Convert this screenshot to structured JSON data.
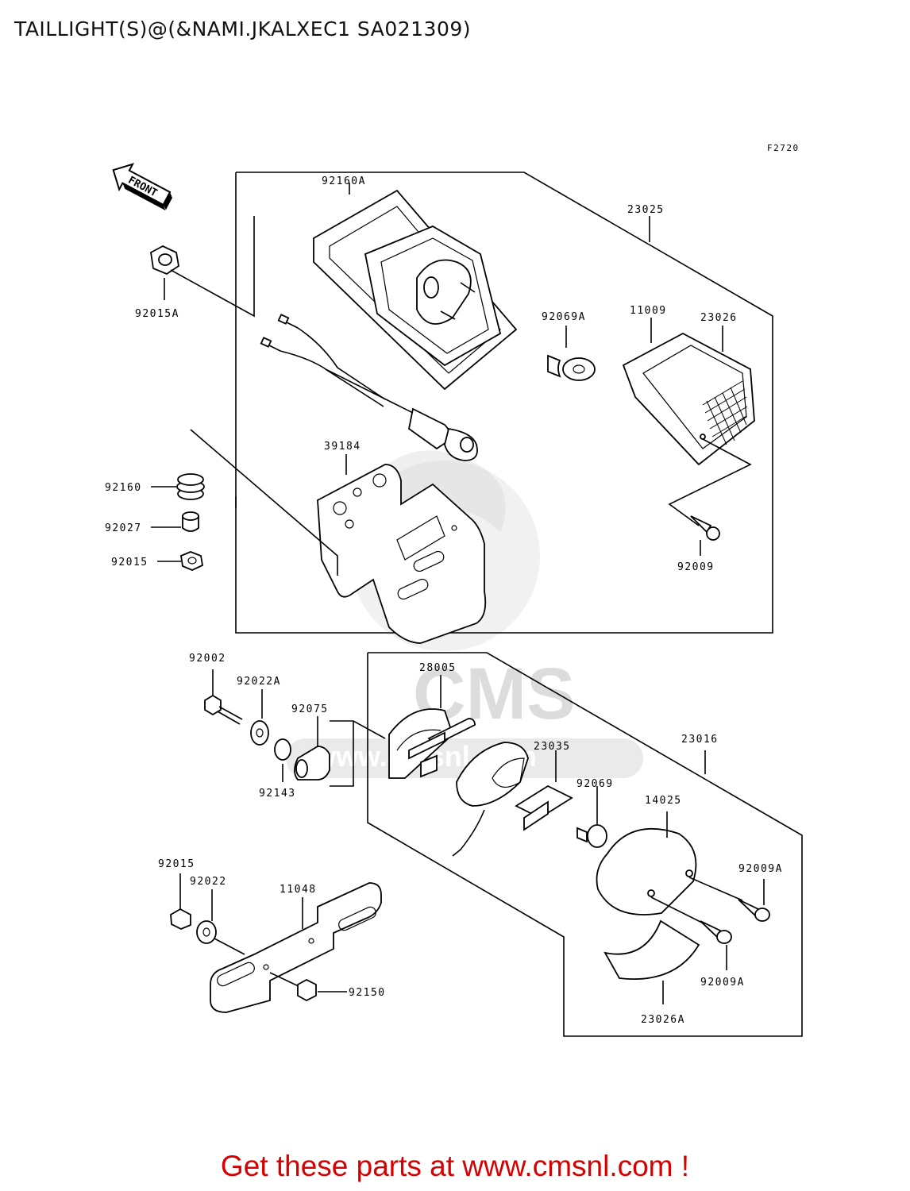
{
  "page": {
    "title": "TAILLIGHT(S)@(&NAMI.JKALXEC1 SA021309)",
    "footer": "Get these parts at www.cmsnl.com !",
    "figure_code": "F2720",
    "front_arrow": "FRONT",
    "watermark": {
      "brand": "CMS",
      "url": "www.cmsnl.com"
    }
  },
  "callouts": {
    "c92160A": "92160A",
    "c23025": "23025",
    "c92015A": "92015A",
    "c92069A": "92069A",
    "c11009": "11009",
    "c23026": "23026",
    "c39184": "39184",
    "c92160": "92160",
    "c92027": "92027",
    "c92015": "92015",
    "c92009": "92009",
    "c92002": "92002",
    "c92022A": "92022A",
    "c28005": "28005",
    "c92075": "92075",
    "c23035": "23035",
    "c23016": "23016",
    "c92069": "92069",
    "c92143": "92143",
    "c14025": "14025",
    "c92009A_1": "92009A",
    "c92015_2": "92015",
    "c92022": "92022",
    "c11048": "11048",
    "c92150": "92150",
    "c92009A_2": "92009A",
    "c23026A": "23026A"
  },
  "colors": {
    "footer": "#d60000",
    "line": "#000000",
    "watermark": "#d2d2d2"
  }
}
